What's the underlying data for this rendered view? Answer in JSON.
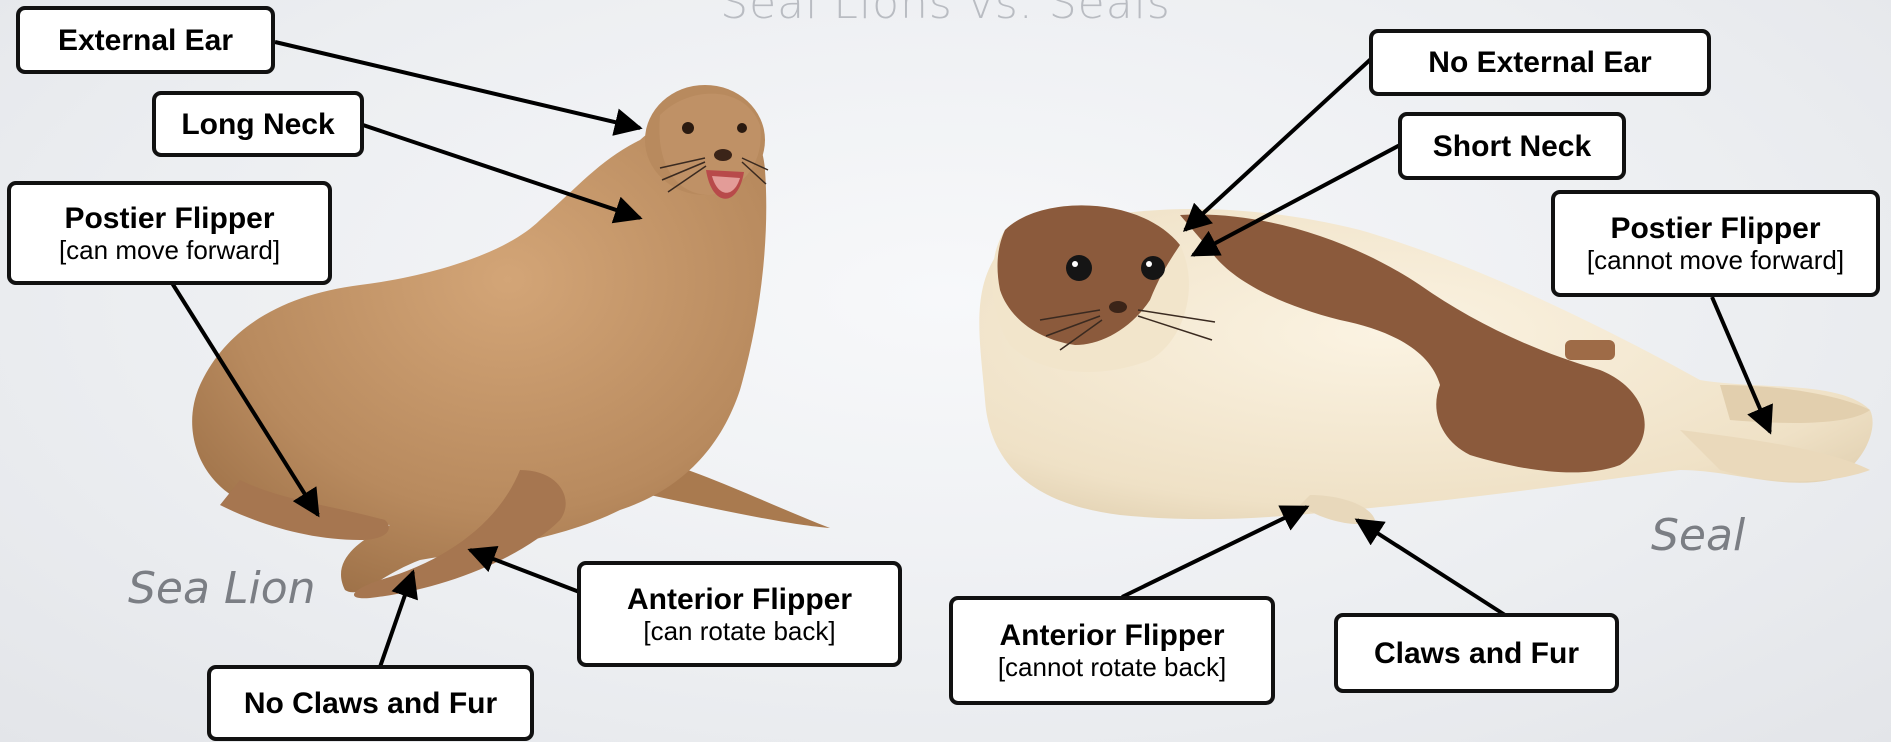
{
  "title": "Seal Lions vs. Seals",
  "captions": {
    "sea_lion": "Sea Lion",
    "seal": "Seal"
  },
  "sea_lion_labels": {
    "external_ear": "External Ear",
    "long_neck": "Long Neck",
    "posterior_flipper": {
      "main": "Postier Flipper",
      "sub": "[can move forward]"
    },
    "anterior_flipper": {
      "main": "Anterior Flipper",
      "sub": "[can rotate back]"
    },
    "claws": "No Claws and Fur"
  },
  "seal_labels": {
    "no_external_ear": "No External Ear",
    "short_neck": "Short Neck",
    "posterior_flipper": {
      "main": "Postier Flipper",
      "sub": "[cannot move forward]"
    },
    "anterior_flipper": {
      "main": "Anterior Flipper",
      "sub": "[cannot rotate back]"
    },
    "claws": "Claws and Fur"
  },
  "colors": {
    "sea_lion_fur": "#b88a5e",
    "seal_dark": "#8b5a3c",
    "seal_light": "#f1e4cc",
    "arrow": "#000000"
  }
}
